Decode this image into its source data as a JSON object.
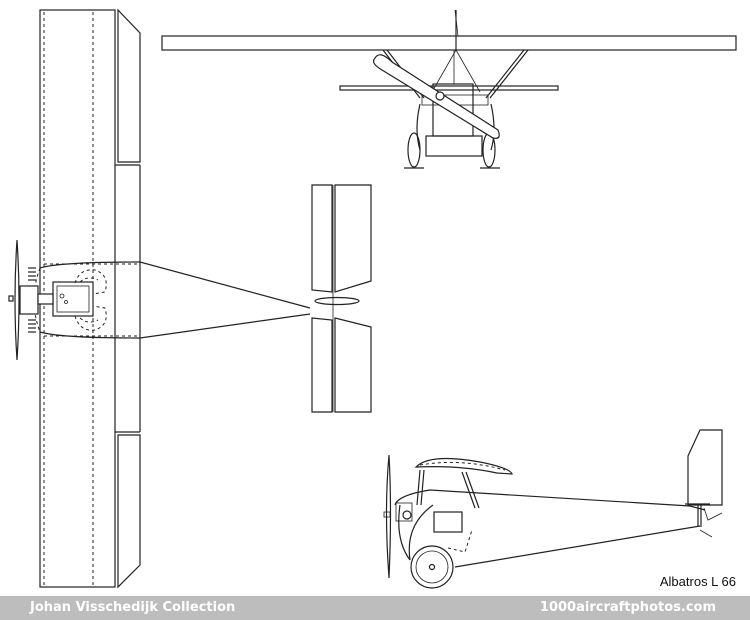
{
  "drawing": {
    "title": "Albatros L 66",
    "views": [
      "top-view",
      "front-view",
      "side-view"
    ],
    "line_color": "#222222",
    "background_color": "#ffffff"
  },
  "footer": {
    "left_text": "Johan Visschedijk Collection",
    "right_text": "1000aircraftphotos.com",
    "background_color": "#bdbdbd",
    "text_color": "#ffffff"
  }
}
